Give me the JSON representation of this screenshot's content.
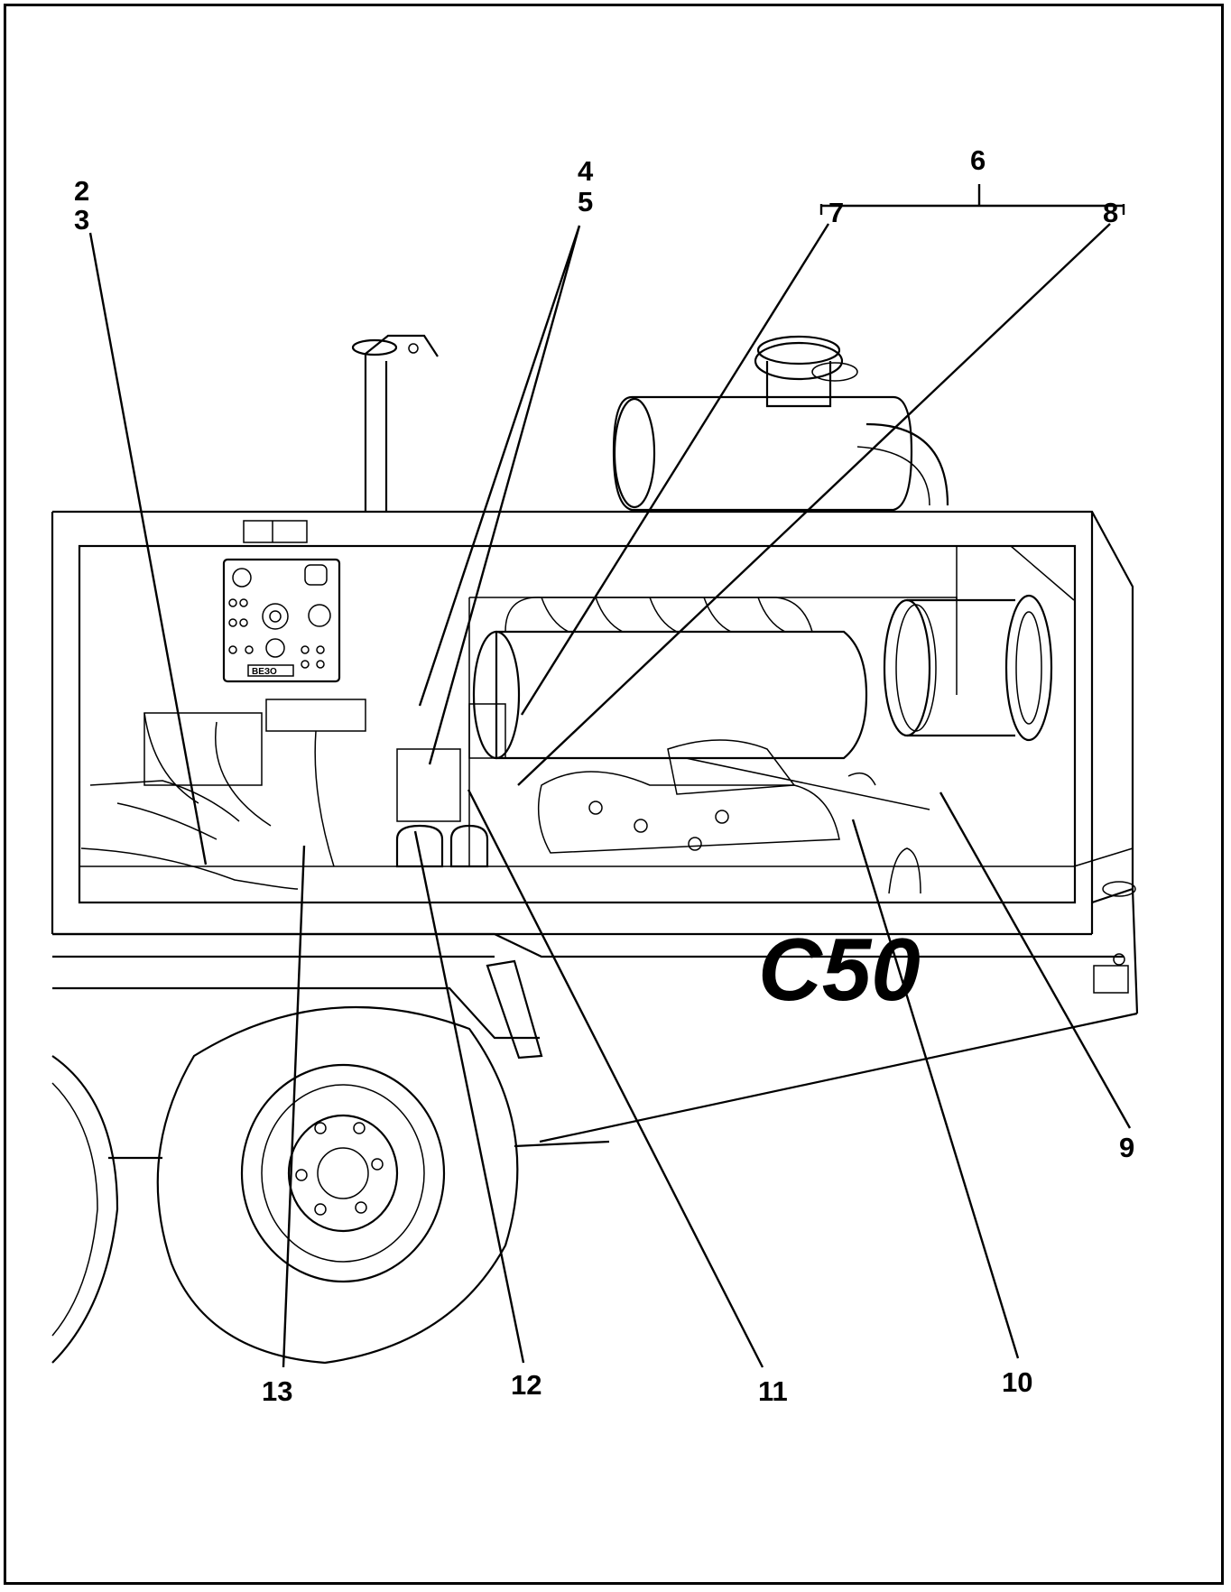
{
  "callouts": {
    "c2": "2",
    "c3": "3",
    "c4": "4",
    "c5": "5",
    "c6": "6",
    "c7": "7",
    "c8": "8",
    "c9": "9",
    "c10": "10",
    "c11": "11",
    "c12": "12",
    "c13": "13"
  },
  "model_label": "C50",
  "panel_logo": "ВЕЗО"
}
